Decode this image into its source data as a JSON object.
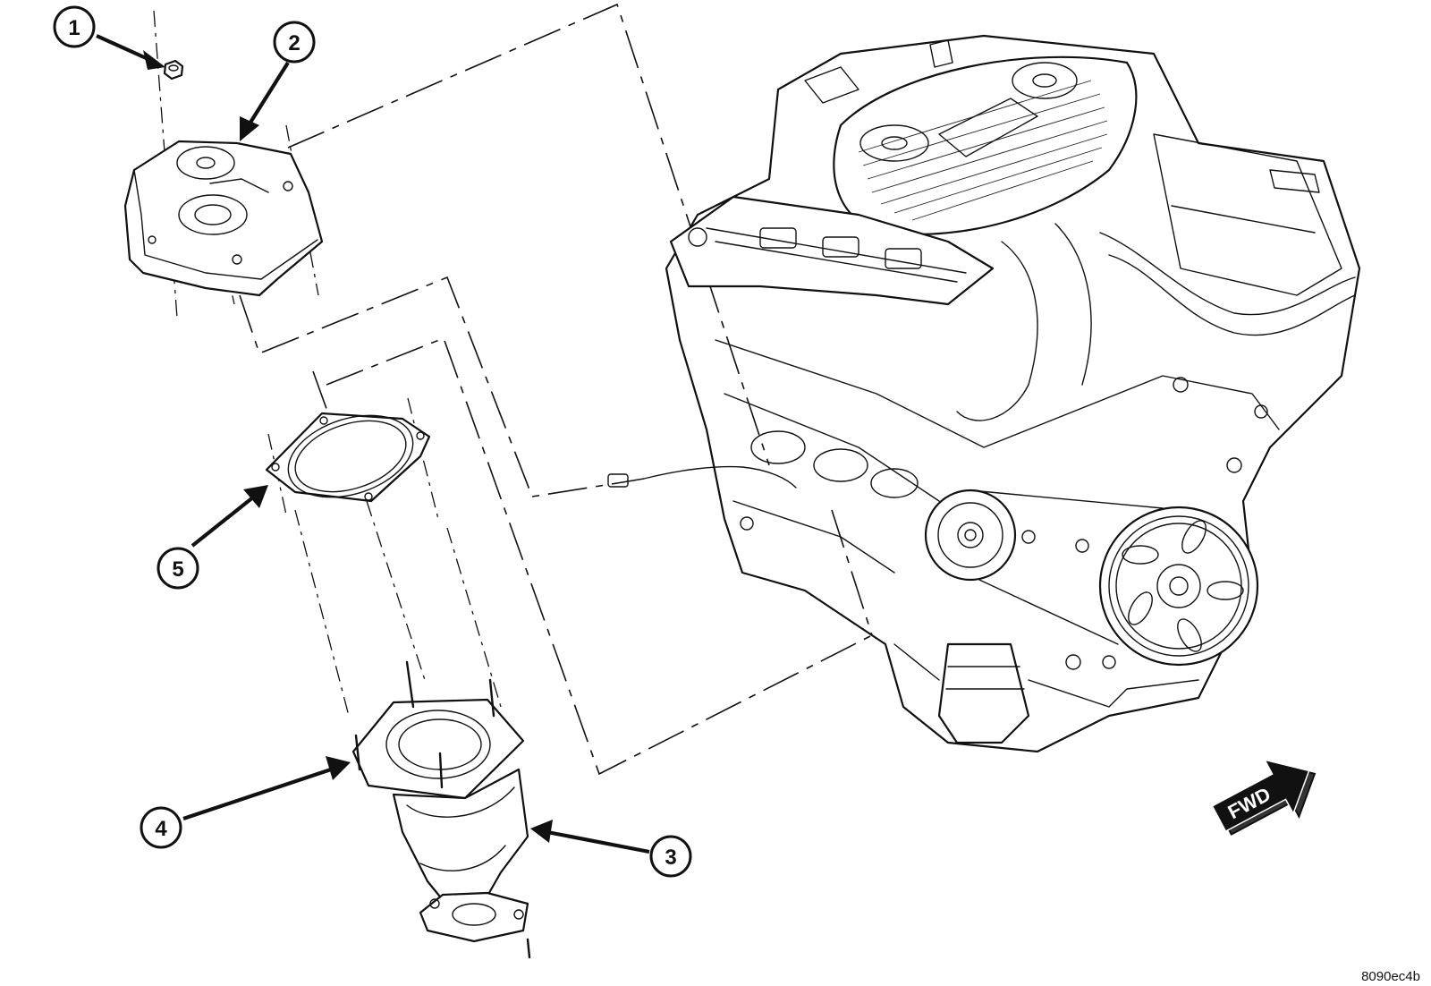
{
  "callouts": [
    {
      "label": "1"
    },
    {
      "label": "2"
    },
    {
      "label": "3"
    },
    {
      "label": "4"
    },
    {
      "label": "5"
    }
  ],
  "fwd_label": "FWD",
  "figure_code": "8090ec4b"
}
